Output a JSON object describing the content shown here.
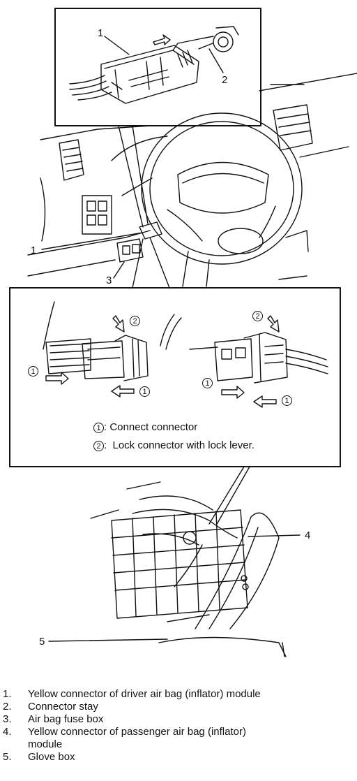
{
  "callouts": {
    "c1_inset": "1",
    "c2_inset": "2",
    "c1_main": "1",
    "c3_main": "3",
    "c4_main": "4",
    "c5_main": "5"
  },
  "detail": {
    "step1_symbol": "1",
    "step2_symbol": "2",
    "note1_text": ": Connect connector",
    "note2_text": ":  Lock connector with lock lever."
  },
  "legend": [
    {
      "num": "1.",
      "text": "Yellow connector of driver air bag (inflator) module"
    },
    {
      "num": "2.",
      "text": "Connector stay"
    },
    {
      "num": "3.",
      "text": "Air bag fuse box"
    },
    {
      "num": "4.",
      "text": "Yellow connector of passenger air bag (inflator)"
    },
    {
      "num": "",
      "text": "module"
    },
    {
      "num": "5.",
      "text": "Glove box"
    }
  ]
}
